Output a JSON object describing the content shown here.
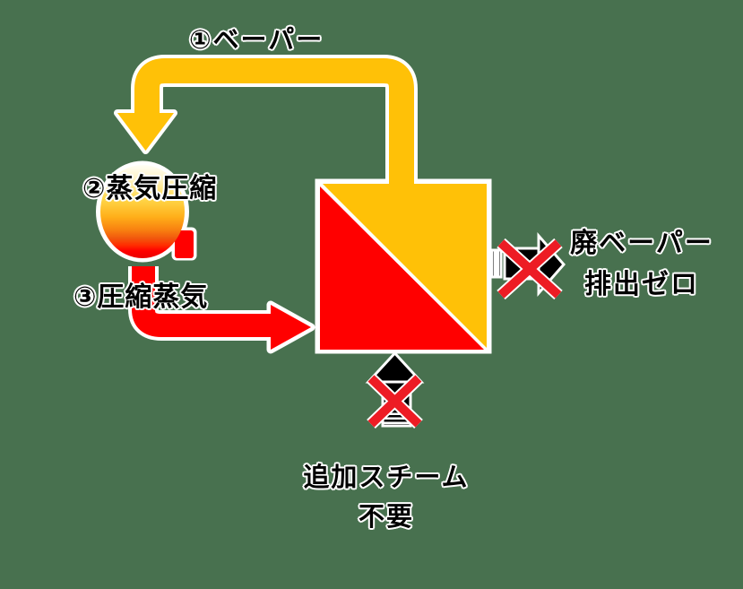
{
  "colors": {
    "background": "#48714F",
    "vapor_yellow": "#FFC107",
    "steam_red": "#FF0000",
    "arrow_black": "#000000",
    "cross_red": "#ED1C24",
    "outline_white": "#FFFFFF",
    "sphere_gradient": [
      "#FFFEF5",
      "#FFF3C4",
      "#FFD84A",
      "#FFAE19",
      "#F87F10",
      "#F1560D",
      "#FF2E00",
      "#FF0000",
      "#E90000"
    ]
  },
  "labels": {
    "step1": "①ベーパー",
    "step2": "②蒸気圧縮",
    "step3": "③圧縮蒸気",
    "waste_line1": "廃ベーパー",
    "waste_line2": "排出ゼロ",
    "no_steam_line1": "追加スチーム",
    "no_steam_line2": "不要"
  },
  "icons": {
    "vapor_loop": "yellow-loop-arrow-down-left",
    "compressor": "gradient-sphere",
    "compressed_steam": "red-elbow-arrow-right",
    "evaporator": "diagonal-split-square",
    "waste_vapor": "black-right-arrow-crossed",
    "added_steam": "black-up-arrow-crossed"
  }
}
